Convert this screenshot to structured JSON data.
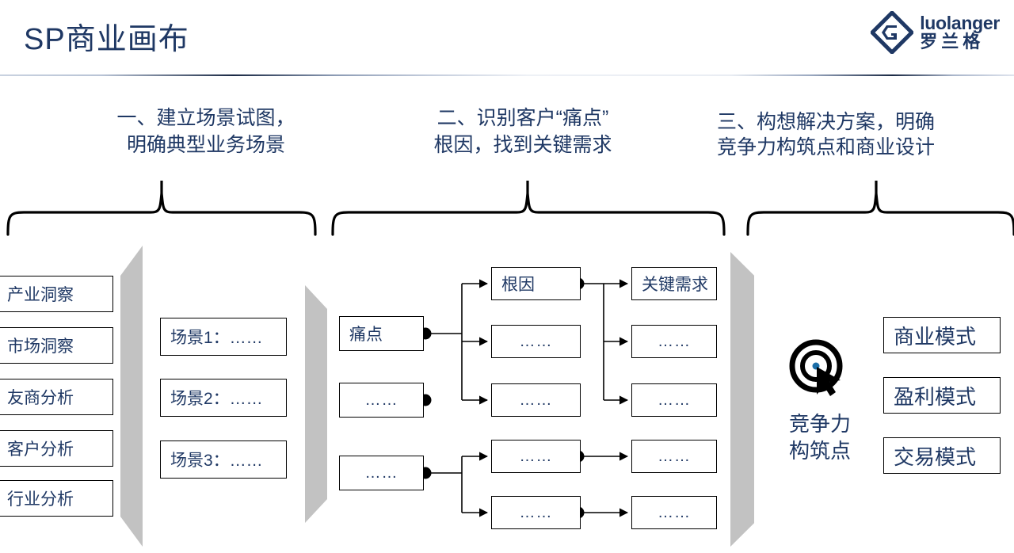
{
  "page": {
    "title": "SP商业画布"
  },
  "logo": {
    "mark": "diamond-g-icon",
    "latin": "luolanger",
    "chinese": "罗兰格",
    "color": "#1F3864"
  },
  "sections": [
    {
      "id": "section-1",
      "heading": "一、建立场景试图，\n明确典型业务场景"
    },
    {
      "id": "section-2",
      "heading": "二、识别客户“痛点”\n根因，找到关键需求"
    },
    {
      "id": "section-3",
      "heading": "三、构想解决方案，明确\n竞争力构筑点和商业设计"
    }
  ],
  "insight_column": {
    "items": [
      {
        "label": "产业洞察"
      },
      {
        "label": "市场洞察"
      },
      {
        "label": "友商分析"
      },
      {
        "label": "客户分析"
      },
      {
        "label": "行业分析"
      }
    ]
  },
  "scenario_column": {
    "items": [
      {
        "label": "场景1：……"
      },
      {
        "label": "场景2：……"
      },
      {
        "label": "场景3：……"
      }
    ]
  },
  "painpoint_column": {
    "items": [
      {
        "label": "痛点"
      },
      {
        "label": "……"
      },
      {
        "label": "……"
      }
    ]
  },
  "rootcause_column": {
    "items": [
      {
        "label": "根因"
      },
      {
        "label": "……"
      },
      {
        "label": "……"
      },
      {
        "label": "……"
      },
      {
        "label": "……"
      }
    ]
  },
  "keyneed_column": {
    "items": [
      {
        "label": "关键需求"
      },
      {
        "label": "……"
      },
      {
        "label": "……"
      },
      {
        "label": "……"
      },
      {
        "label": "……"
      }
    ]
  },
  "competitiveness": {
    "icon": "target-cursor-icon",
    "label": "竞争力\n构筑点"
  },
  "model_column": {
    "items": [
      {
        "label": "商业模式"
      },
      {
        "label": "盈利模式"
      },
      {
        "label": "交易模式"
      }
    ]
  },
  "colors": {
    "accent": "#1F3864",
    "wedge": "#C2C2C2",
    "line": "#000000",
    "background": "#FFFFFF"
  }
}
